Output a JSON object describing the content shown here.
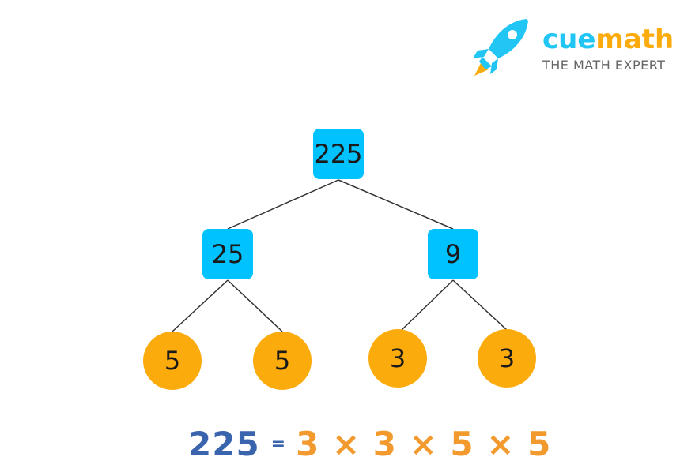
{
  "logo": {
    "brand_part1": "cue",
    "brand_part2": "math",
    "tagline": "THE MATH EXPERT"
  },
  "tree": {
    "root": "225",
    "level1": [
      "25",
      "9"
    ],
    "leaves": [
      "5",
      "5",
      "3",
      "3"
    ]
  },
  "equation": {
    "lhs": "225",
    "sign": "=",
    "rhs": "3 × 3 × 5 × 5"
  },
  "colors": {
    "box": "#00c2ff",
    "circle": "#fcab0c",
    "lhs": "#3a64ad",
    "rhs": "#f29a2e"
  }
}
